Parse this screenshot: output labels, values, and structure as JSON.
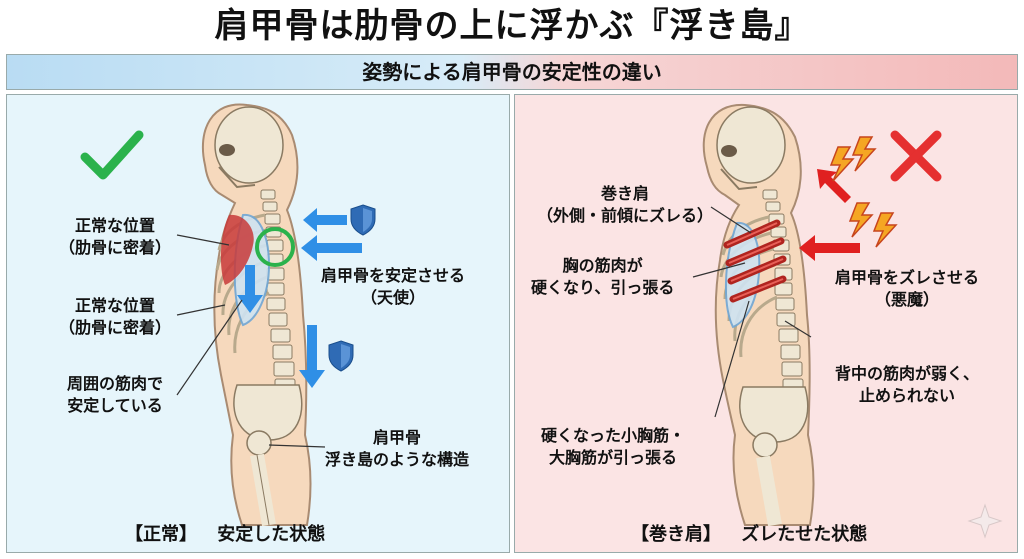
{
  "title": "肩甲骨は肋骨の上に浮かぶ『浮き島』",
  "subtitle": "姿勢による肩甲骨の安定性の違い",
  "left": {
    "label_normal_1": [
      "正常な位置",
      "（肋骨に密着）"
    ],
    "label_normal_2": [
      "正常な位置",
      "（肋骨に密着）"
    ],
    "label_muscle": [
      "周囲の筋肉で",
      "安定している"
    ],
    "label_angel": [
      "肩甲骨を安定させる",
      "（天使）"
    ],
    "label_island": [
      "肩甲骨",
      "浮き島のような構造"
    ],
    "footer_tag": "【正常】",
    "footer_text": "安定した状態",
    "check_color": "#2bb24c",
    "arrow_color": "#2f8fe6"
  },
  "right": {
    "label_rounded": [
      "巻き肩",
      "（外側・前傾にズレる）"
    ],
    "label_chest": [
      "胸の筋肉が",
      "硬くなり、引っ張る"
    ],
    "label_devil": [
      "肩甲骨をズレさせる",
      "（悪魔）"
    ],
    "label_back": [
      "背中の筋肉が弱く、",
      "止められない"
    ],
    "label_pec": [
      "硬くなった小胸筋・",
      "大胸筋が引っ張る"
    ],
    "footer_tag": "【巻き肩】",
    "footer_text": "ズレたせた状態",
    "cross_color": "#e53030",
    "arrow_color": "#e02020",
    "bolt_color": "#f5a623"
  },
  "icons": [
    "check-icon",
    "cross-icon",
    "shield-icon",
    "lightning-icon",
    "arrow-icon",
    "sparkle-icon"
  ]
}
